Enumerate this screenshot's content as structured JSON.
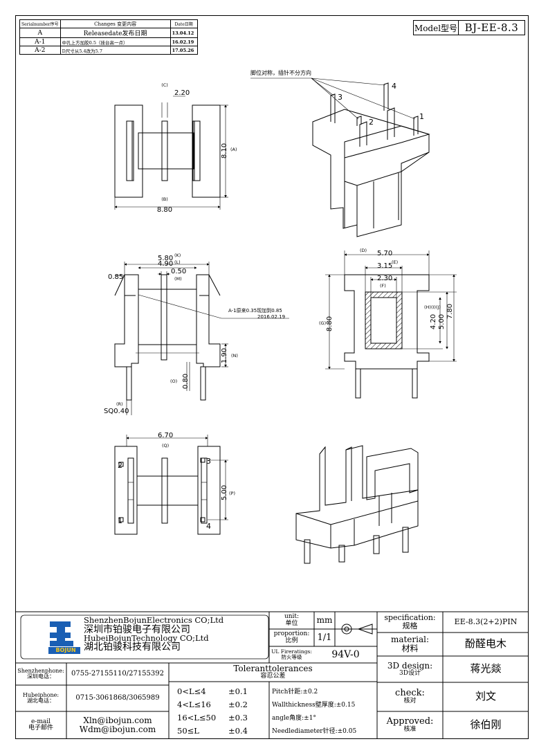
{
  "revision_table": {
    "headers": [
      "Serialnumber序号",
      "Changes 变更内容",
      "Date日期"
    ],
    "rows": [
      {
        "serial": "A",
        "change": "Releasedate发布日期",
        "date": "13.04.12"
      },
      {
        "serial": "A-1",
        "change": "中孔上方加胶0.5（挂台高一点）",
        "date": "16.02.19"
      },
      {
        "serial": "A-2",
        "change": "D尺寸从5.4改为5.7",
        "date": "17.05.26"
      }
    ]
  },
  "model": {
    "label": "Model型号",
    "value": "BJ-EE-8.3"
  },
  "top_view": {
    "dim_c": "(C)",
    "dim_c_val": "2.20",
    "dim_a_val": "8.10",
    "dim_a": "(A)",
    "dim_b": "(B)",
    "dim_b_val": "8.80"
  },
  "iso_view": {
    "note": "脚位对称，插针不分方向",
    "pins": [
      "1",
      "2",
      "3",
      "4"
    ]
  },
  "side_view": {
    "k_val": "5.80",
    "k": "(K)",
    "l_val": "4.90",
    "l": "(L)",
    "m_val": "0.50",
    "m": "(M)",
    "left_val": "0.85",
    "note_line1": "A-1原来0.35现加到0.85",
    "note_line2": "2016.02.19",
    "n_val": "1.90",
    "n": "(N)",
    "o": "(O)",
    "o_val": "0.80",
    "r": "(R)",
    "r_val": "SQ0.40"
  },
  "section_view": {
    "d": "(D)",
    "d_val": "5.70",
    "e": "(E)",
    "e_val": "3.15",
    "f_val": "2.30",
    "f": "(F)",
    "hij": "(H)(I)(J)",
    "h_val": "4.20",
    "i_val": "5.00",
    "j_val": "7.80",
    "g": "(G)",
    "g_val": "8.80"
  },
  "bottom_view": {
    "q_val": "6.70",
    "q": "(Q)",
    "p_val": "5.00",
    "p": "(P)",
    "pins": [
      "2",
      "3",
      "1",
      "4"
    ]
  },
  "title_block": {
    "company_en1": "ShenzhenBojunElectronics CO;Ltd",
    "company_cn1": "深圳市铂骏电子有限公司",
    "company_en2": "HubeiBojunTechnology CO;Ltd",
    "company_cn2": "湖北铂骏科技有限公司",
    "logo_text": "BOJUN",
    "unit_label": "unit:",
    "unit_label_cn": "单位",
    "unit_value": "mm",
    "proportion_label": "proportion:",
    "proportion_label_cn": "比例",
    "proportion_value": "1/1",
    "fire_label": "UL Fireratings:",
    "fire_label_cn": "防火等级",
    "fire_value": "94V-0",
    "spec_label": "specification:",
    "spec_label_cn": "规格",
    "spec_value": "EE-8.3(2+2)PIN",
    "material_label": "material:",
    "material_label_cn": "材料",
    "material_value": "酚醛电木",
    "design_label": "3D design:",
    "design_label_cn": "3D设计",
    "design_value": "蒋光燚",
    "check_label": "check:",
    "check_label_cn": "核对",
    "check_value": "刘文",
    "approved_label": "Approved:",
    "approved_label_cn": "核准",
    "approved_value": "徐伯刚",
    "sz_phone_label": "Shenzhenphone:",
    "sz_phone_label_cn": "深圳电话：",
    "sz_phone": "0755-27155110/27155392",
    "hb_phone_label": "Hubeiphone:",
    "hb_phone_label_cn": "湖北电话：",
    "hb_phone": "0715-3061868/3065989",
    "email_label": "e-mail",
    "email_label_cn": "电子邮件",
    "email1": "Xln@ibojun.com",
    "email2": "Wdm@ibojun.com",
    "tol_title": "Toleranttolerances",
    "tol_title_cn": "容忍公差",
    "tol_ranges": [
      "0<L≤4",
      "4<L≤16",
      "16<L≤50",
      "50≤L"
    ],
    "tol_values": [
      "±0.1",
      "±0.2",
      "±0.3",
      "±0.4"
    ],
    "tol_pitch": "Pitch针距:±0.2",
    "tol_wall": "Wallthickness壁厚度:±0.15",
    "tol_angle": "angle角度:±1°",
    "tol_needle": "Needlediameter针径:±0.05"
  }
}
